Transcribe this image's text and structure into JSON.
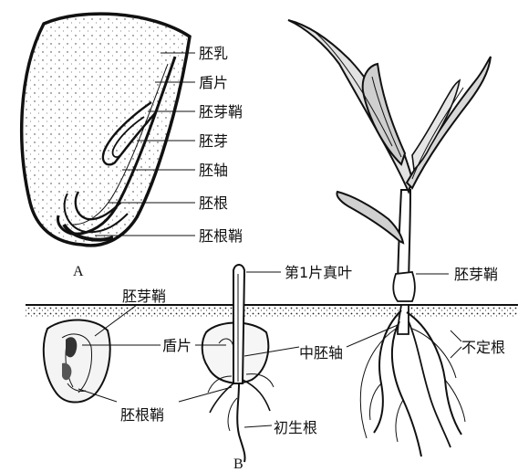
{
  "figure": {
    "panel_a": {
      "letter": "A",
      "labels": {
        "endosperm": "胚乳",
        "scutellum": "盾片",
        "coleoptile": "胚芽鞘",
        "plumule": "胚芽",
        "embryo_axis": "胚轴",
        "radicle": "胚根",
        "coleorhiza": "胚根鞘"
      }
    },
    "panel_b": {
      "letter": "B",
      "labels": {
        "first_true_leaf": "第1片真叶",
        "coleoptile_right": "胚芽鞘",
        "coleoptile_left": "胚芽鞘",
        "scutellum": "盾片",
        "mesocotyl": "中胚轴",
        "adventitious_roots": "不定根",
        "coleorhiza": "胚根鞘",
        "primary_root": "初生根"
      }
    }
  }
}
